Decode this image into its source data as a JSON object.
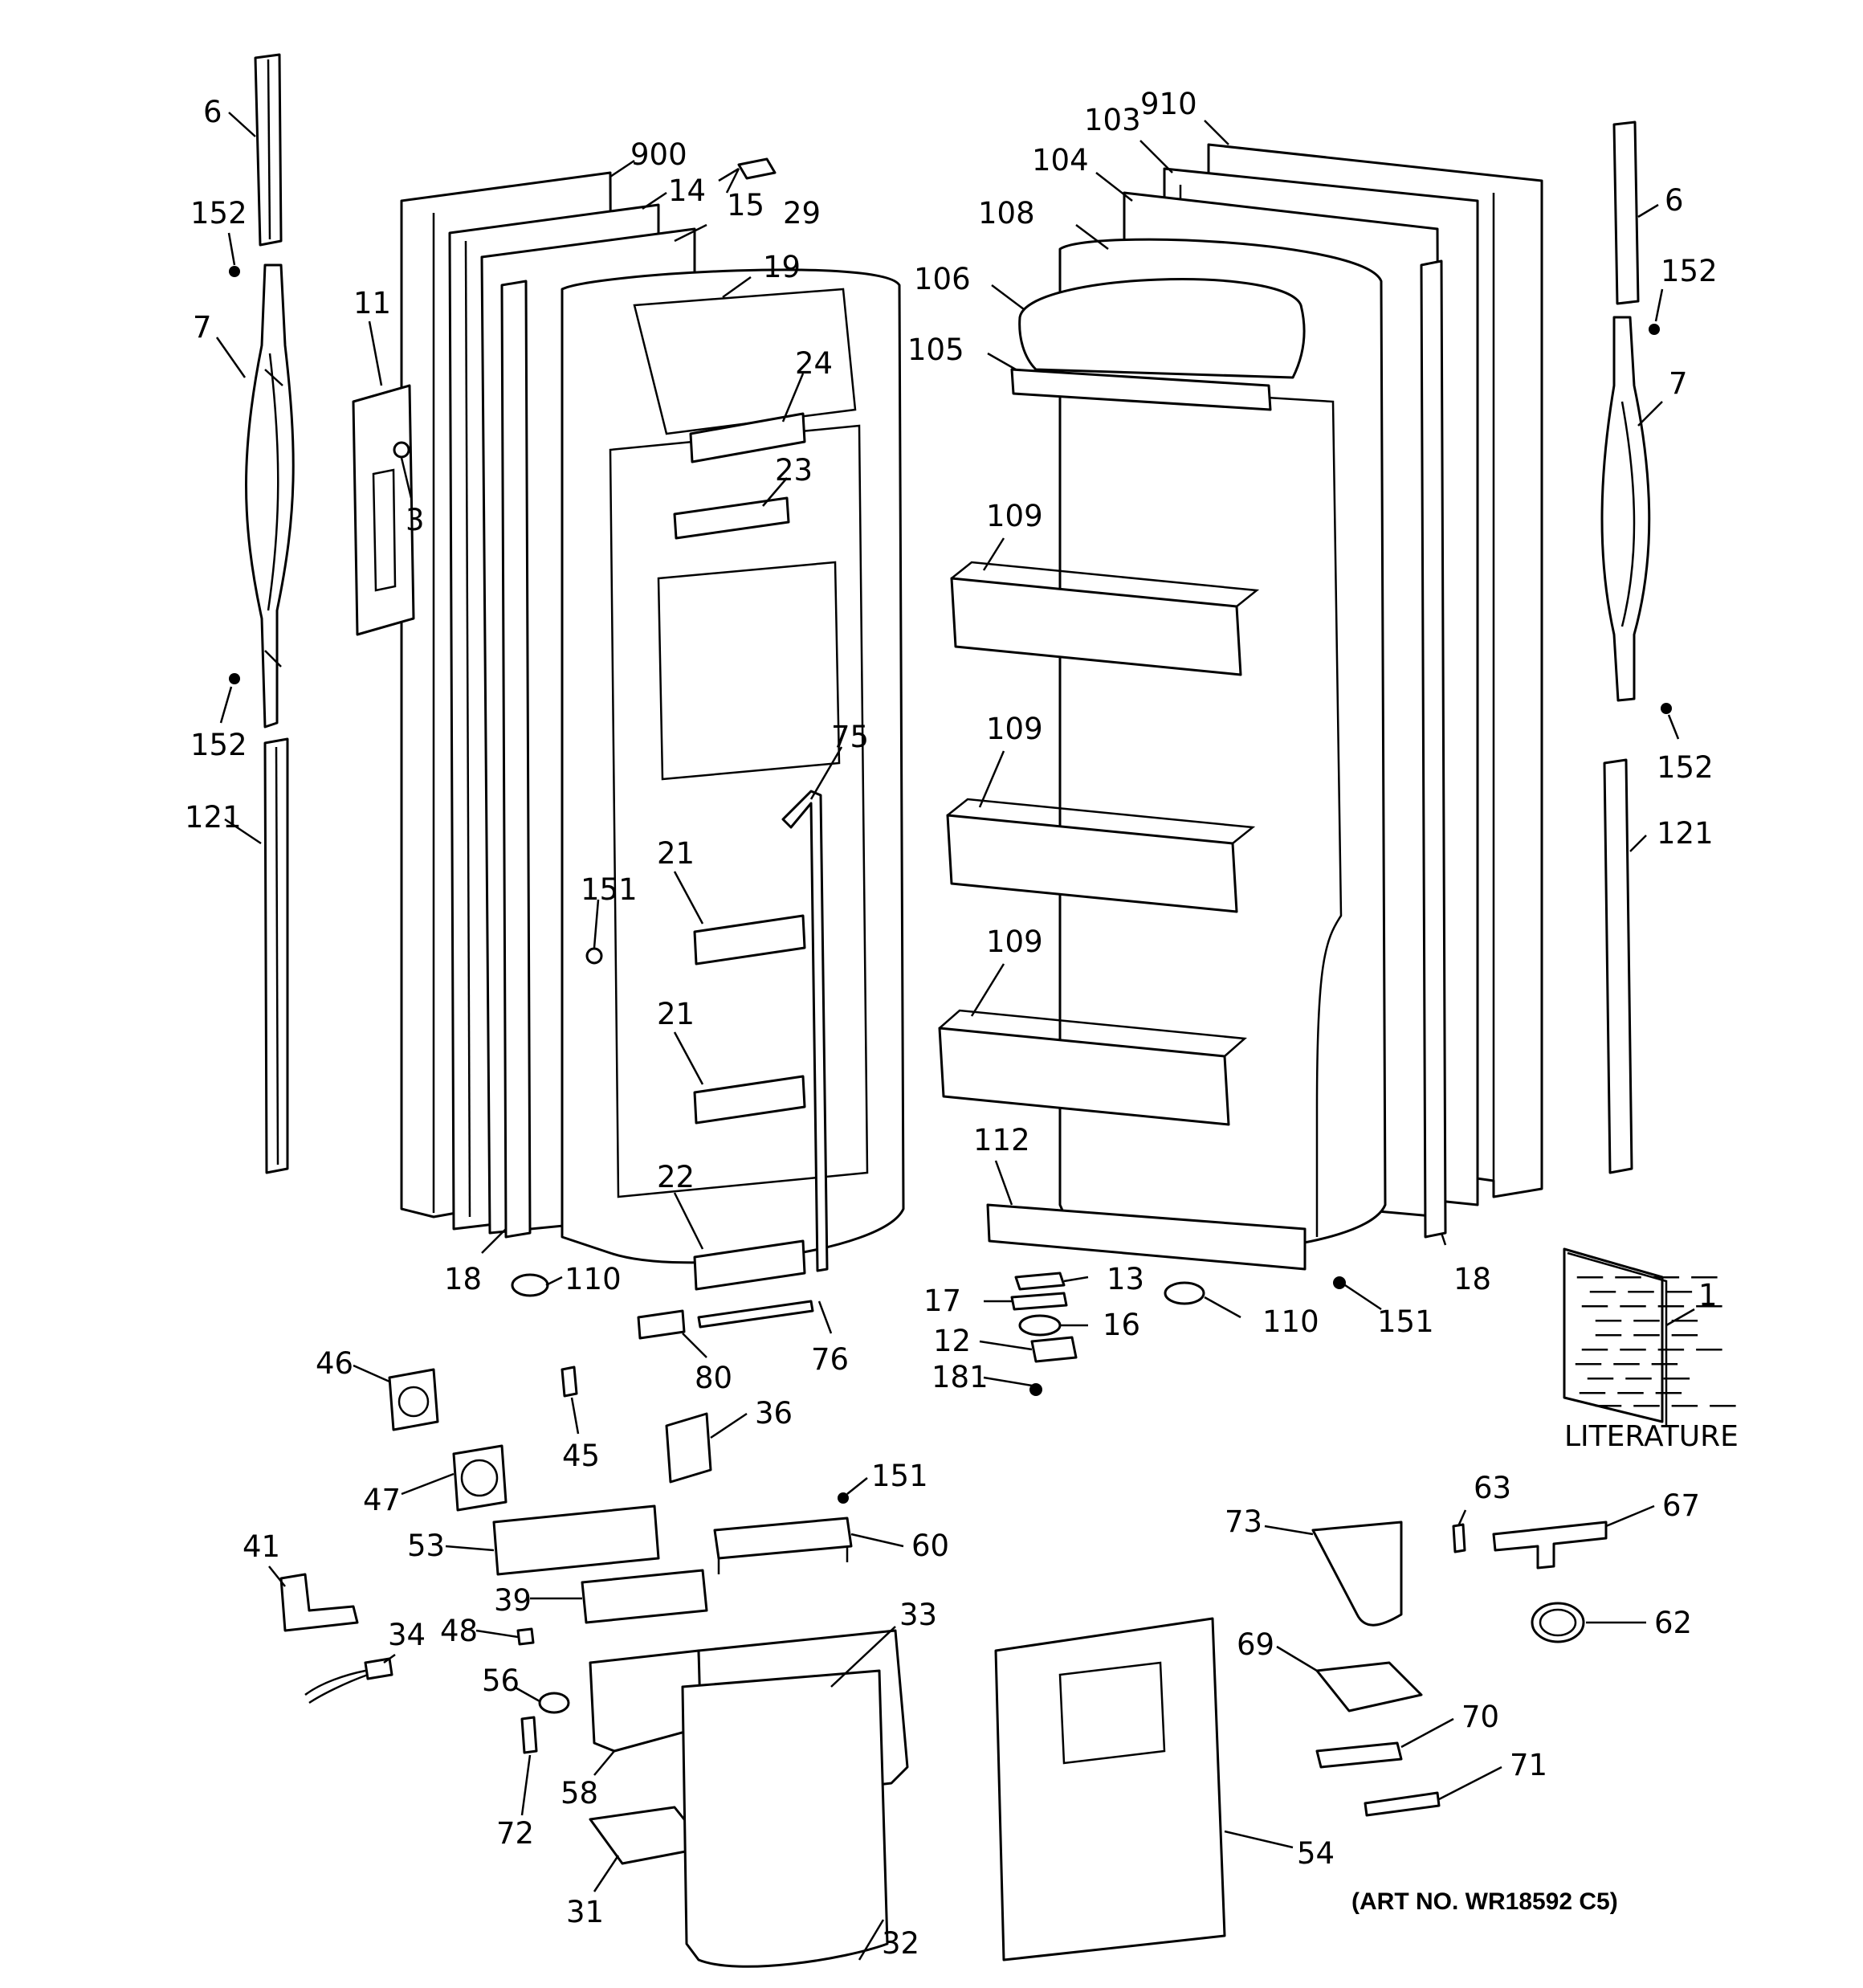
{
  "callouts": [
    {
      "id": "6-left",
      "text": "6"
    },
    {
      "id": "152-left-top",
      "text": "152"
    },
    {
      "id": "7-left",
      "text": "7"
    },
    {
      "id": "152-left-bottom",
      "text": "152"
    },
    {
      "id": "121-left",
      "text": "121"
    },
    {
      "id": "11",
      "text": "11"
    },
    {
      "id": "3",
      "text": "3"
    },
    {
      "id": "900",
      "text": "900"
    },
    {
      "id": "14",
      "text": "14"
    },
    {
      "id": "15",
      "text": "15"
    },
    {
      "id": "29",
      "text": "29"
    },
    {
      "id": "19",
      "text": "19"
    },
    {
      "id": "24",
      "text": "24"
    },
    {
      "id": "23",
      "text": "23"
    },
    {
      "id": "75",
      "text": "75"
    },
    {
      "id": "151-door",
      "text": "151"
    },
    {
      "id": "21-upper",
      "text": "21"
    },
    {
      "id": "21-lower",
      "text": "21"
    },
    {
      "id": "22",
      "text": "22"
    },
    {
      "id": "18-left",
      "text": "18"
    },
    {
      "id": "110-left",
      "text": "110"
    },
    {
      "id": "80",
      "text": "80"
    },
    {
      "id": "76",
      "text": "76"
    },
    {
      "id": "910",
      "text": "910"
    },
    {
      "id": "103",
      "text": "103"
    },
    {
      "id": "104",
      "text": "104"
    },
    {
      "id": "108",
      "text": "108"
    },
    {
      "id": "106",
      "text": "106"
    },
    {
      "id": "105",
      "text": "105"
    },
    {
      "id": "109-top",
      "text": "109"
    },
    {
      "id": "109-middle",
      "text": "109"
    },
    {
      "id": "109-bottom",
      "text": "109"
    },
    {
      "id": "112",
      "text": "112"
    },
    {
      "id": "13",
      "text": "13"
    },
    {
      "id": "17",
      "text": "17"
    },
    {
      "id": "16",
      "text": "16"
    },
    {
      "id": "12",
      "text": "12"
    },
    {
      "id": "181",
      "text": "181"
    },
    {
      "id": "110-right",
      "text": "110"
    },
    {
      "id": "151-right",
      "text": "151"
    },
    {
      "id": "18-right",
      "text": "18"
    },
    {
      "id": "6-right",
      "text": "6"
    },
    {
      "id": "152-right-top",
      "text": "152"
    },
    {
      "id": "7-right",
      "text": "7"
    },
    {
      "id": "152-right-bottom",
      "text": "152"
    },
    {
      "id": "121-right",
      "text": "121"
    },
    {
      "id": "1",
      "text": "1"
    },
    {
      "id": "46",
      "text": "46"
    },
    {
      "id": "45",
      "text": "45"
    },
    {
      "id": "36",
      "text": "36"
    },
    {
      "id": "47",
      "text": "47"
    },
    {
      "id": "151-lower",
      "text": "151"
    },
    {
      "id": "53",
      "text": "53"
    },
    {
      "id": "60",
      "text": "60"
    },
    {
      "id": "41",
      "text": "41"
    },
    {
      "id": "39",
      "text": "39"
    },
    {
      "id": "34",
      "text": "34"
    },
    {
      "id": "48",
      "text": "48"
    },
    {
      "id": "33",
      "text": "33"
    },
    {
      "id": "56",
      "text": "56"
    },
    {
      "id": "58",
      "text": "58"
    },
    {
      "id": "72",
      "text": "72"
    },
    {
      "id": "31",
      "text": "31"
    },
    {
      "id": "32",
      "text": "32"
    },
    {
      "id": "73",
      "text": "73"
    },
    {
      "id": "63",
      "text": "63"
    },
    {
      "id": "67",
      "text": "67"
    },
    {
      "id": "62",
      "text": "62"
    },
    {
      "id": "69",
      "text": "69"
    },
    {
      "id": "70",
      "text": "70"
    },
    {
      "id": "71",
      "text": "71"
    },
    {
      "id": "54",
      "text": "54"
    }
  ],
  "literature": {
    "label": "LITERATURE",
    "booklet_lines": [
      "— — — —",
      "— — —",
      "— — — —",
      "— — —",
      "— — —",
      "— — — —",
      "— — —",
      "— — —",
      "— — —",
      "— — — —"
    ]
  },
  "art_number": "(ART NO. WR18592 C5)"
}
